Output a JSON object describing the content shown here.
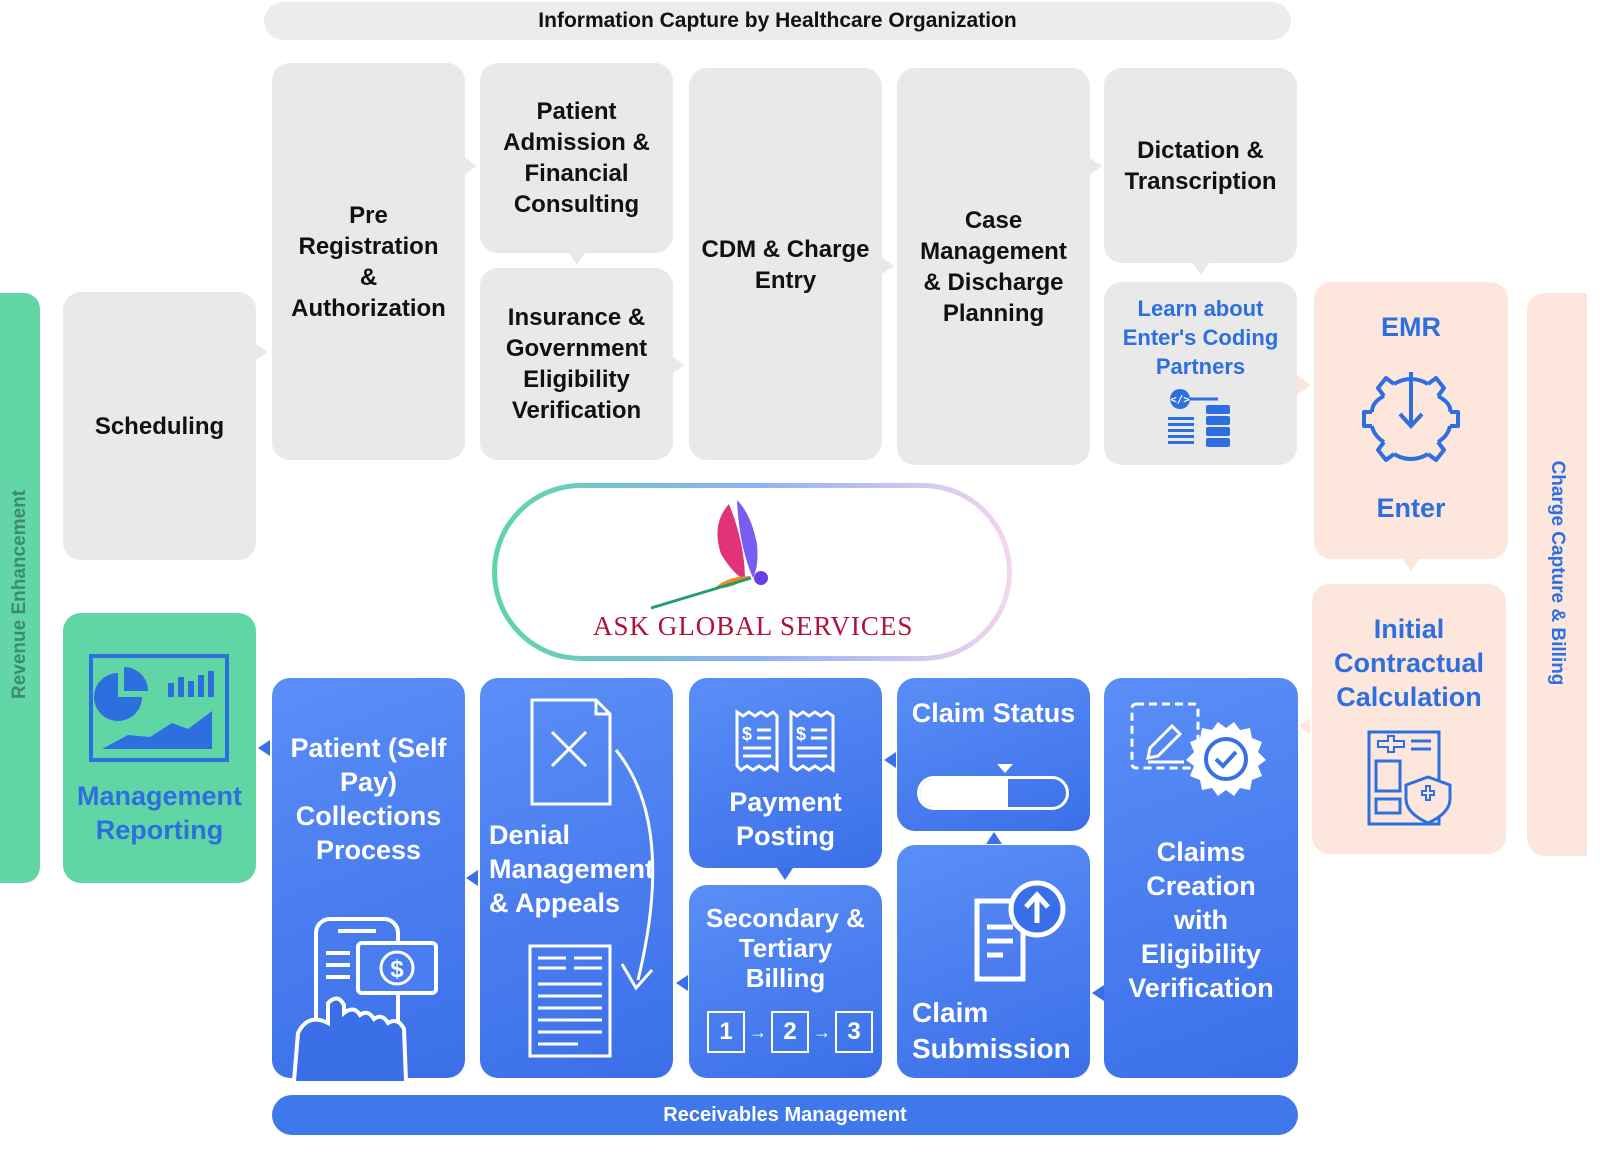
{
  "top_banner": "Information Capture by Healthcare Organization",
  "bottom_banner": "Receivables Management",
  "left_side_label": "Revenue Enhancement",
  "right_side_label": "Charge Capture & Billing",
  "logo_text": "ASK GLOBAL SERVICES",
  "steps": {
    "scheduling": "Scheduling",
    "pre_registration": "Pre Registration & Authorization",
    "patient_admission": "Patient Admission & Financial Consulting",
    "insurance_verification": "Insurance & Government Eligibility Verification",
    "cdm": "CDM & Charge Entry",
    "case_management": "Case Management & Discharge Planning",
    "dictation": "Dictation & Transcription",
    "coding_partners": "Learn about Enter's Coding Partners",
    "emr": "EMR",
    "enter": "Enter",
    "initial_contractual": "Initial Contractual Calculation",
    "claims_creation": "Claims Creation with Eligibility Verification",
    "claim_status": "Claim Status",
    "claim_submission": "Claim Submission",
    "payment_posting": "Payment Posting",
    "secondary_billing": "Secondary & Tertiary Billing",
    "denial_management": "Denial Management & Appeals",
    "patient_collections": "Patient (Self Pay) Collections Process",
    "management_reporting": "Management Reporting"
  },
  "billing_steps": [
    "1",
    "2",
    "3"
  ],
  "colors": {
    "blue": "#3b6fe8",
    "gray_box": "#e9e9e9",
    "peach": "#fde7dc",
    "green": "#5fd6a3",
    "text_blue": "#2e6fe0",
    "logo_red": "#b0123a"
  }
}
